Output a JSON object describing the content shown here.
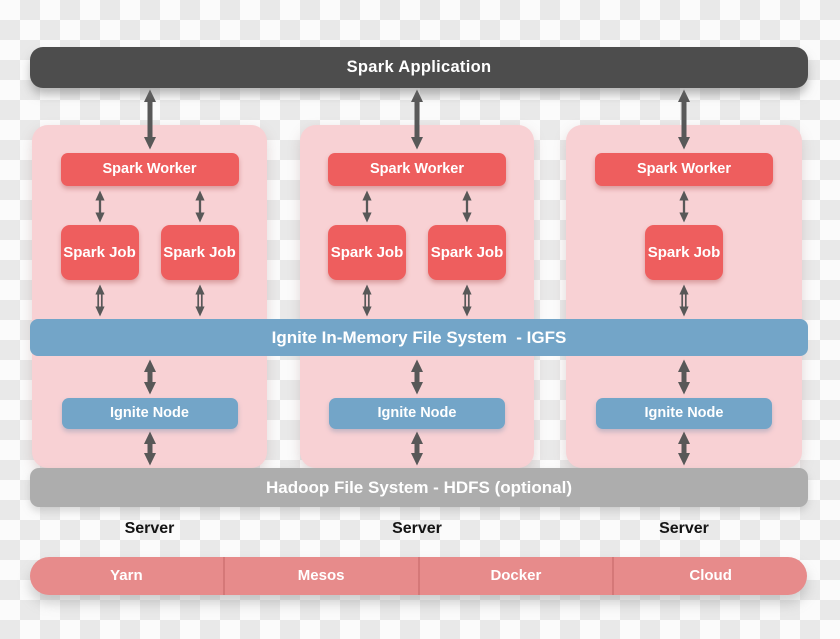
{
  "diagram": {
    "title_bar": {
      "label": "Spark Application"
    },
    "igfs_bar": {
      "label": "Ignite In-Memory File System  - IGFS"
    },
    "hdfs_bar": {
      "label": "Hadoop File System - HDFS (optional)"
    },
    "panels": [
      {
        "worker_label": "Spark Worker",
        "job1_label": "Spark Job",
        "job2_label": "Spark Job",
        "node_label": "Ignite Node",
        "server_label": "Server"
      },
      {
        "worker_label": "Spark Worker",
        "job1_label": "Spark Job",
        "job2_label": "Spark Job",
        "node_label": "Ignite Node",
        "server_label": "Server"
      },
      {
        "worker_label": "Spark Worker",
        "job1_label": "Spark Job",
        "node_label": "Ignite Node",
        "server_label": "Server"
      }
    ],
    "deployment_bar": {
      "items": [
        "Yarn",
        "Mesos",
        "Docker",
        "Cloud"
      ]
    },
    "colors": {
      "panel_pink": "#f8d1d4",
      "box_red": "#ee5e5e",
      "blue": "#73a5c8",
      "app_bar_dark": "#4d4d4d",
      "hdfs_gray": "#adadad",
      "deploy_red": "#e78b8b",
      "deploy_divider": "#d57878",
      "arrow_gray": "#585858",
      "checker_gray": "#e9e9e9"
    }
  }
}
